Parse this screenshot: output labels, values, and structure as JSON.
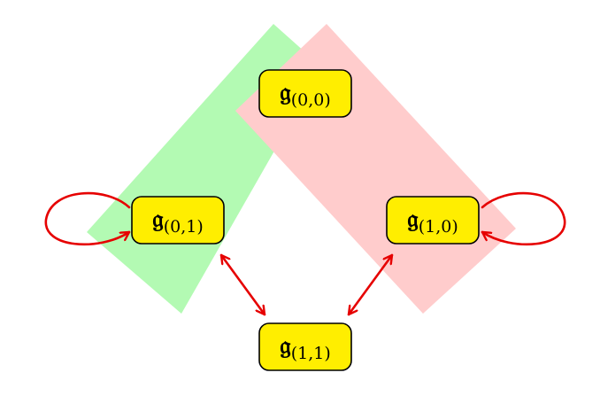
{
  "colors": {
    "green_band": "#b3fab3",
    "pink_band": "#ffcccc",
    "node_fill": "#ffee00",
    "node_border": "#000000",
    "arrow": "#e60000"
  },
  "nodes": {
    "n00": {
      "symbol": "𝔤",
      "subscript": "(0,0)"
    },
    "n01": {
      "symbol": "𝔤",
      "subscript": "(0,1)"
    },
    "n10": {
      "symbol": "𝔤",
      "subscript": "(1,0)"
    },
    "n11": {
      "symbol": "𝔤",
      "subscript": "(1,1)"
    }
  },
  "edges": [
    {
      "from": "(0,1)",
      "to": "(0,1)",
      "kind": "self-loop"
    },
    {
      "from": "(1,0)",
      "to": "(1,0)",
      "kind": "self-loop"
    },
    {
      "from": "(0,1)",
      "to": "(1,1)",
      "kind": "bidirectional"
    },
    {
      "from": "(1,0)",
      "to": "(1,1)",
      "kind": "bidirectional"
    }
  ]
}
